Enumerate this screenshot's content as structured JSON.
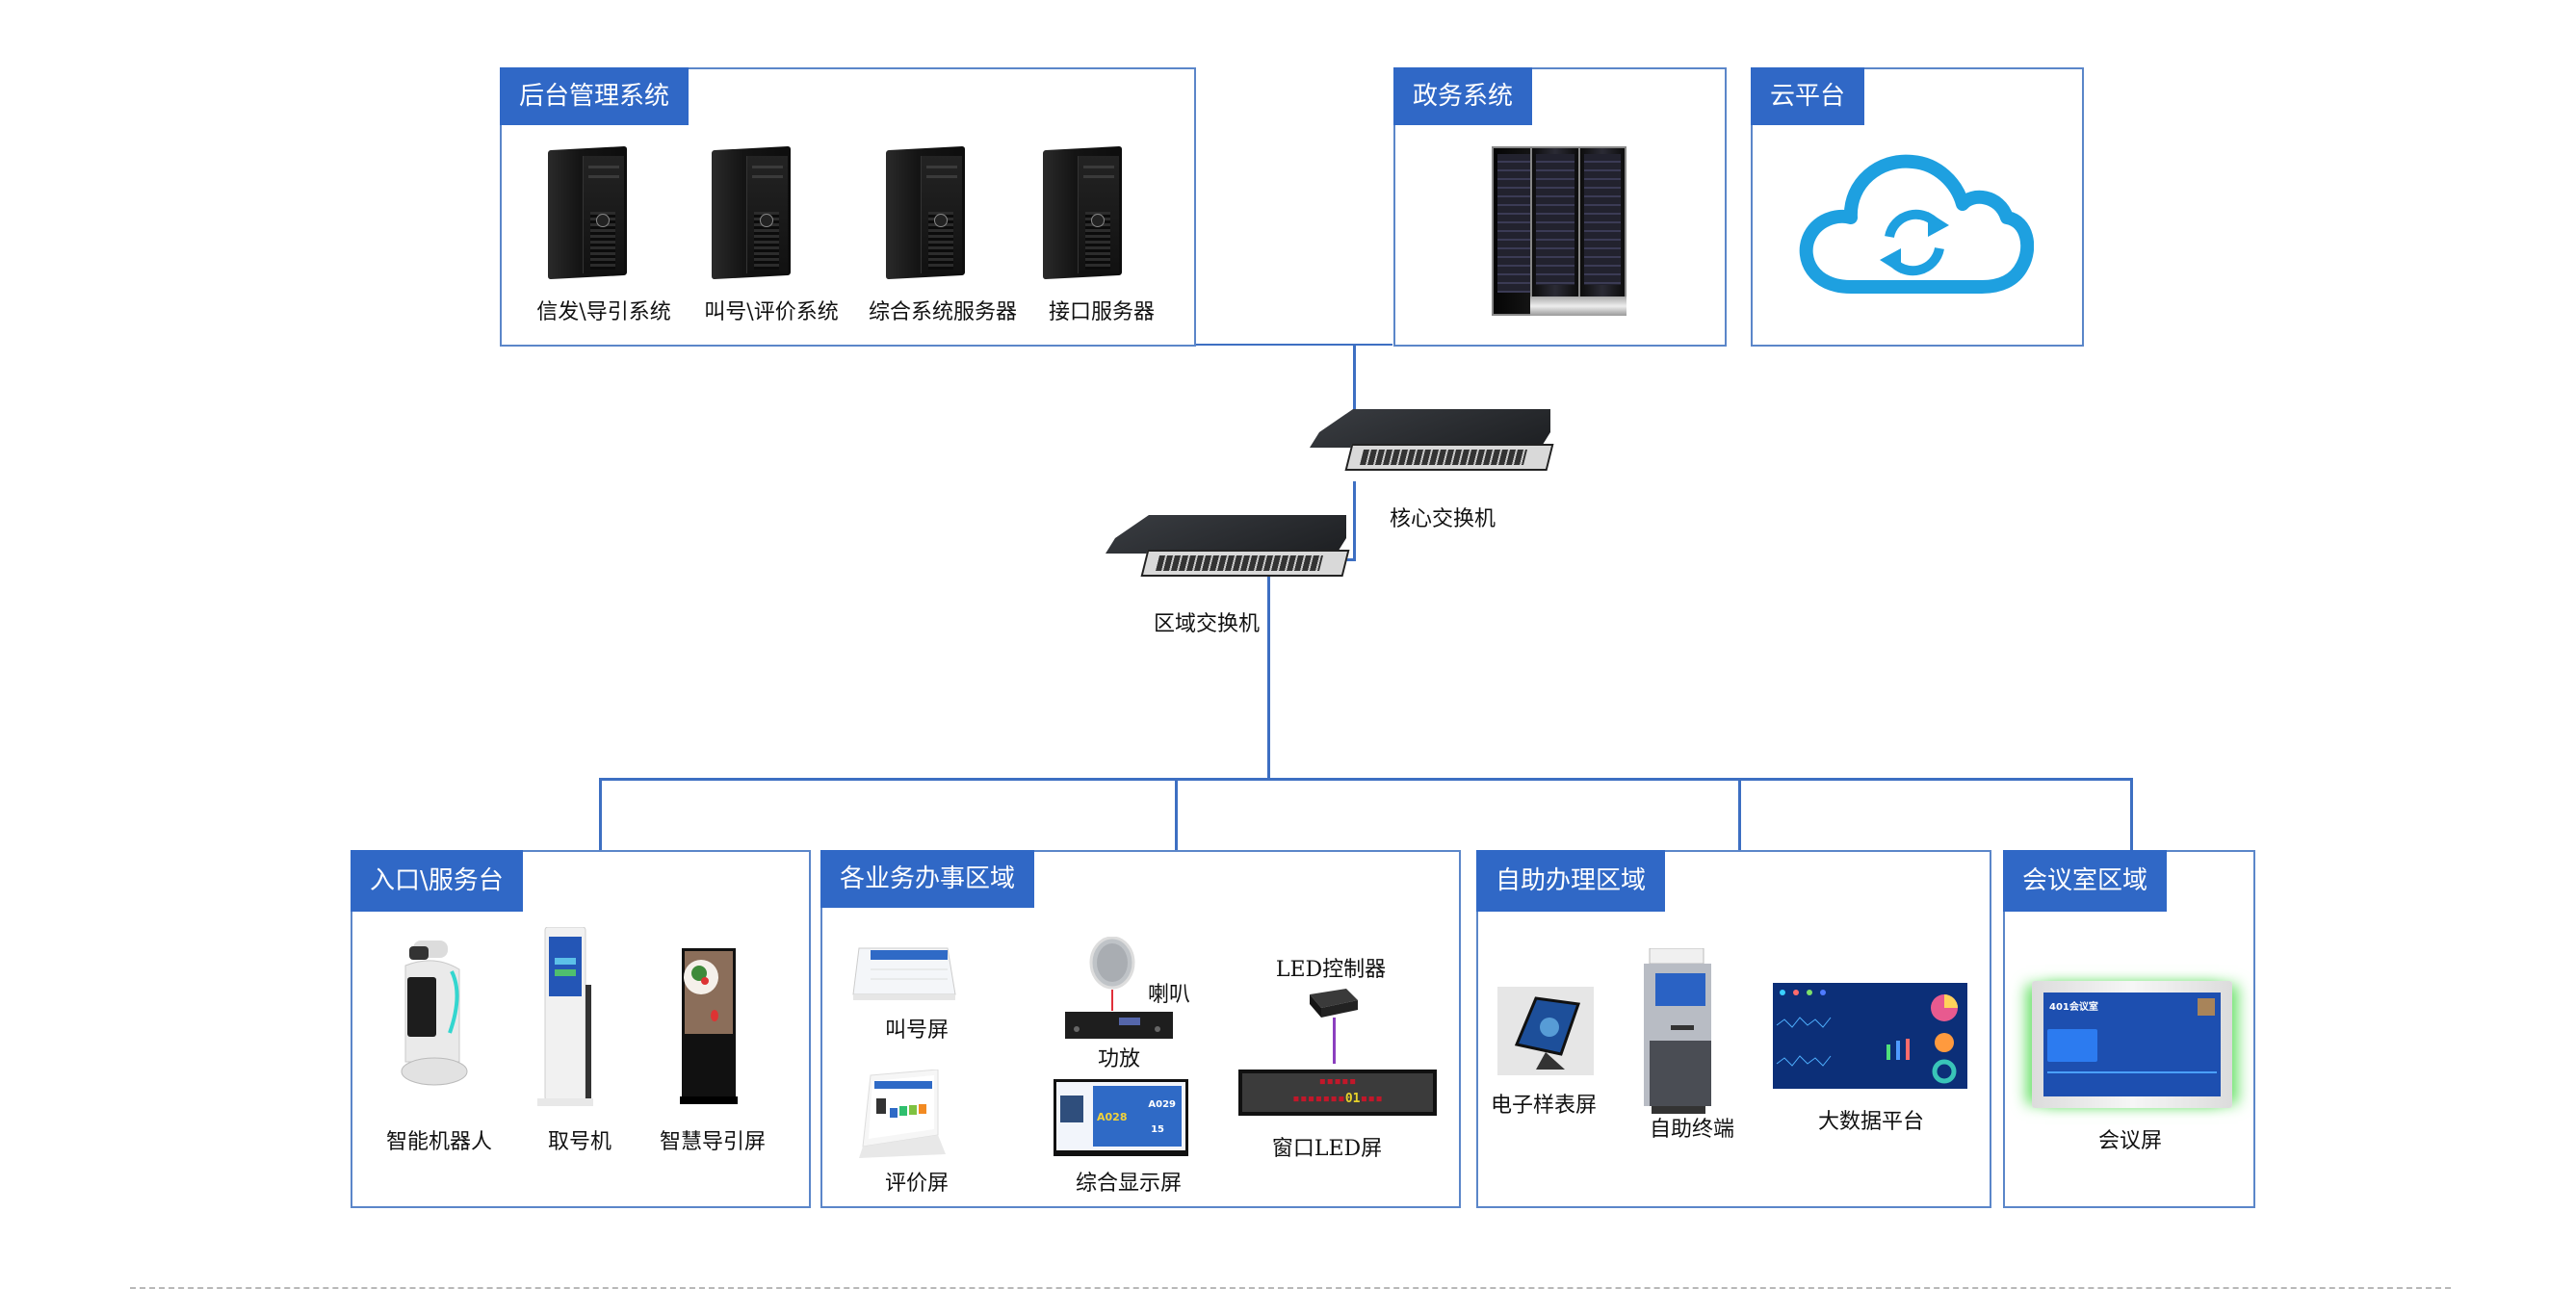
{
  "diagram": {
    "top_groups": [
      {
        "title": "后台管理系统",
        "items": [
          {
            "label": "信发\\导引系统",
            "icon": "tower-server-icon"
          },
          {
            "label": "叫号\\评价系统",
            "icon": "tower-server-icon"
          },
          {
            "label": "综合系统服务器",
            "icon": "tower-server-icon"
          },
          {
            "label": "接口服务器",
            "icon": "tower-server-icon"
          }
        ]
      },
      {
        "title": "政务系统",
        "items": [
          {
            "icon": "server-rack-icon"
          }
        ]
      },
      {
        "title": "云平台",
        "items": [
          {
            "icon": "cloud-sync-icon"
          }
        ]
      }
    ],
    "switches": {
      "core": {
        "label": "核心交换机",
        "icon": "network-switch-icon"
      },
      "area": {
        "label": "区域交换机",
        "icon": "network-switch-icon"
      }
    },
    "bottom_groups": [
      {
        "title": "入口\\服务台",
        "items": [
          {
            "label": "智能机器人",
            "icon": "robot-icon"
          },
          {
            "label": "取号机",
            "icon": "ticket-kiosk-icon"
          },
          {
            "label": "智慧导引屏",
            "icon": "digital-signage-icon"
          }
        ]
      },
      {
        "title": "各业务办事区域",
        "items": [
          {
            "label": "叫号屏",
            "icon": "call-screen-icon"
          },
          {
            "label": "喇叭",
            "icon": "speaker-icon"
          },
          {
            "label": "功放",
            "icon": "amplifier-icon"
          },
          {
            "label": "LED控制器",
            "icon": "led-controller-icon"
          },
          {
            "label": "评价屏",
            "icon": "evaluation-tablet-icon"
          },
          {
            "label": "综合显示屏",
            "icon": "display-screen-icon"
          },
          {
            "label": "窗口LED屏",
            "icon": "led-sign-icon"
          }
        ],
        "display_screen": {
          "waiting": "A028",
          "next": "A029",
          "count": "15"
        },
        "led_sign": {
          "highlight": "01"
        }
      },
      {
        "title": "自助办理区域",
        "items": [
          {
            "label": "电子样表屏",
            "icon": "touch-monitor-icon"
          },
          {
            "label": "自助终端",
            "icon": "self-service-terminal-icon"
          },
          {
            "label": "大数据平台",
            "icon": "dashboard-icon"
          }
        ]
      },
      {
        "title": "会议室区域",
        "items": [
          {
            "label": "会议屏",
            "icon": "meeting-screen-icon"
          }
        ],
        "meeting_screen": {
          "room": "401会议室"
        }
      }
    ],
    "colors": {
      "accent": "#3068c6",
      "border": "#5b86c9",
      "line": "#3d6fc2",
      "cloud": "#1ea0e0",
      "speaker_line": "#e0303a",
      "led_line": "#8b3fbf"
    }
  }
}
